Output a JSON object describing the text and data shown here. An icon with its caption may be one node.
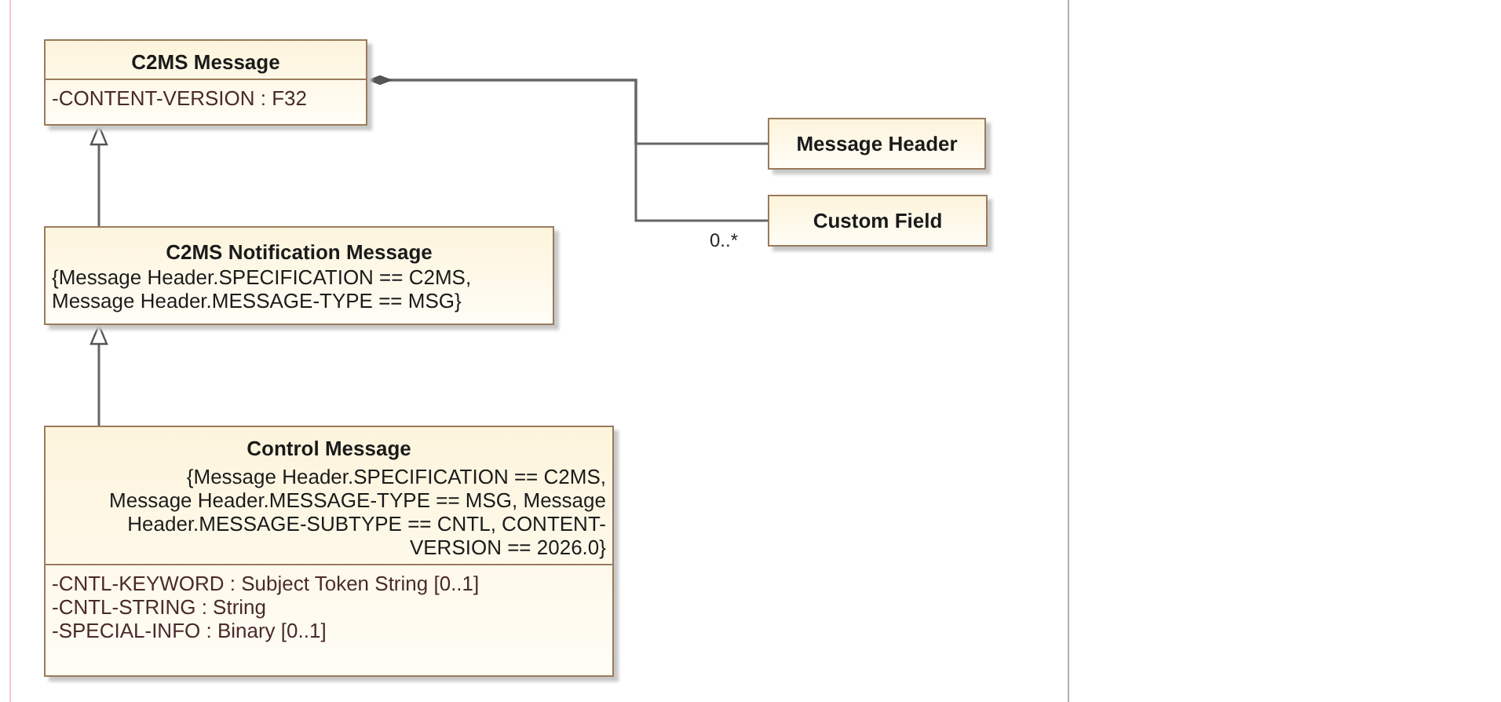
{
  "diagram": {
    "nodes": [
      {
        "text": [
          "C2MS Message",
          "-CONTENT-VERSION : F32"
        ]
      },
      {
        "text": [
          "Message Header"
        ]
      },
      {
        "text": [
          "Custom Field"
        ]
      },
      {
        "text": [
          "C2MS Notification Message",
          "{Message Header.SPECIFICATION == C2MS, Message Header.MESSAGE-TYPE == MSG}"
        ]
      },
      {
        "text": [
          "Control Message",
          "{Message Header.SPECIFICATION == C2MS, Message Header.MESSAGE-TYPE == MSG, Message Header.MESSAGE-SUBTYPE == CNTL, CONTENT-VERSION == 2026.0}",
          "-CNTL-KEYWORD : Subject Token String [0..1]",
          "-CNTL-STRING : String",
          "-SPECIAL-INFO : Binary [0..1]"
        ]
      }
    ],
    "edges": [
      {
        "from": 0,
        "to": 1,
        "arrow": "other"
      },
      {
        "from": 0,
        "to": 2,
        "arrow": "other",
        "label": "0..*"
      },
      {
        "from": 3,
        "to": 0,
        "arrow": "to"
      },
      {
        "from": 4,
        "to": 3,
        "arrow": "to"
      }
    ]
  }
}
